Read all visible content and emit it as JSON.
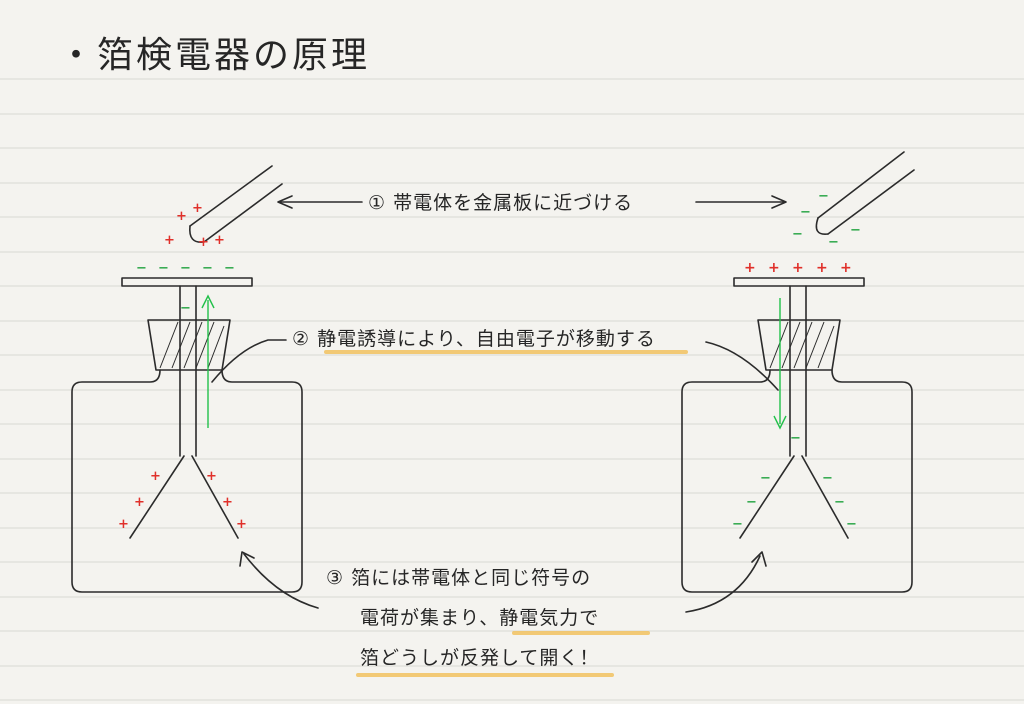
{
  "title": "・箔検電器の原理",
  "steps": {
    "step1": "① 帯電体を金属板に近づける",
    "step2": "② 静電誘導により、自由電子が移動する",
    "step3_line1": "③ 箔には帯電体と同じ符号の",
    "step3_line2": "電荷が集まり、静電気力で",
    "step3_line3": "箔どうしが反発して開く！"
  },
  "charges": {
    "plus": "+",
    "minus": "−"
  },
  "colors": {
    "positive": "#e0302a",
    "negative": "#2fa84a",
    "highlight": "#f2c260",
    "ink": "#2b2b2b"
  }
}
